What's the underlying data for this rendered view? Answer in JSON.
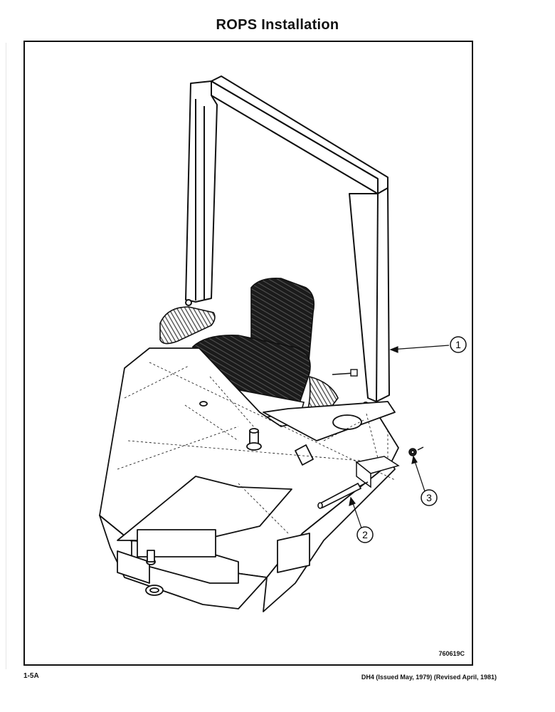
{
  "page": {
    "title": "ROPS Installation",
    "figure_code": "760619C",
    "page_number": "1-5A",
    "issue_note": "DH4 (Issued May, 1979) (Revised April, 1981)"
  },
  "callouts": [
    {
      "label": "1"
    },
    {
      "label": "2"
    },
    {
      "label": "3"
    }
  ]
}
